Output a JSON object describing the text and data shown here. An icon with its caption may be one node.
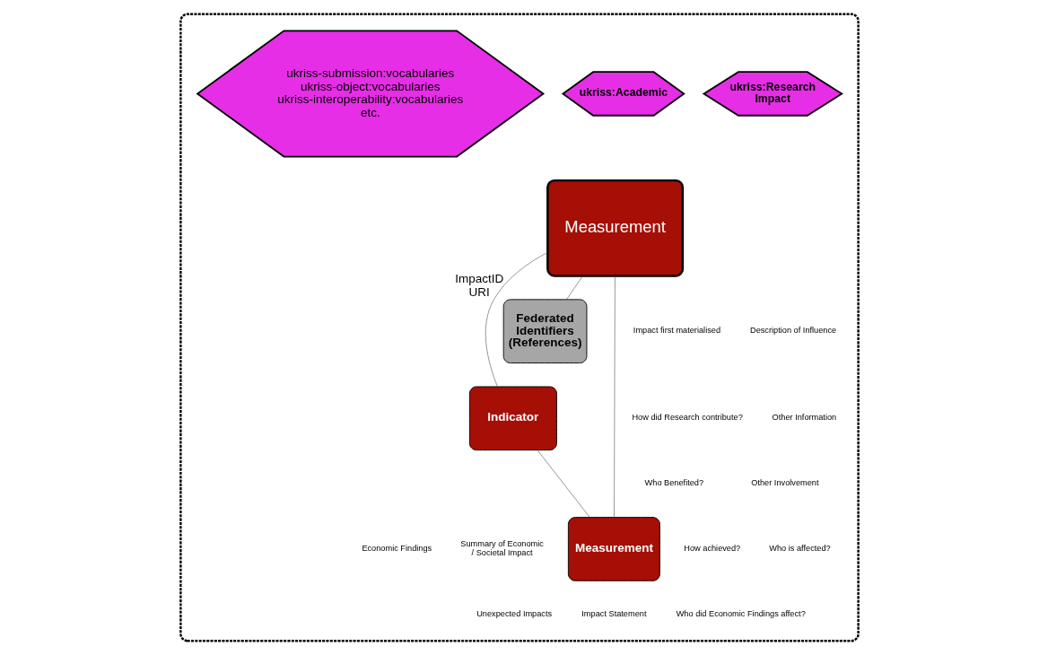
{
  "diagram": {
    "nodes": [
      {
        "text": [],
        "shape": "octagon"
      },
      {
        "text": [
          "ukriss-submission:vocabularies ukriss-object:vocabularies ukriss-interoperability:vocabularies etc."
        ],
        "in": 0
      },
      {
        "text": [
          "ukriss:Academic"
        ],
        "in": 0
      },
      {
        "text": [
          "ukriss:Research Impact"
        ],
        "in": 0
      },
      {
        "text": [
          "Measurement"
        ],
        "in": 0
      },
      {
        "text": [
          "Indicator"
        ],
        "in": 0
      },
      {
        "text": [
          "Federated Identifiers (References)"
        ],
        "in": 0,
        "beside": [
          "ImpactID",
          "URI"
        ]
      },
      {
        "text": [
          "Measurement"
        ],
        "in": 0
      }
    ],
    "edges": [
      {
        "from": 4,
        "to": 5,
        "arrow": "none"
      },
      {
        "from": 4,
        "to": 6,
        "arrow": "none"
      },
      {
        "from": 4,
        "to": 7,
        "arrow": "none"
      },
      {
        "from": 5,
        "to": 7,
        "arrow": "none"
      }
    ],
    "labels": [
      "Impact first materialised",
      "Description of Influence",
      "How did Research contribute?",
      "Other Information",
      "Who Benefited?",
      "Other Involvement",
      "Economic Findings",
      "Summary of Economic / Societal Impact",
      "How achieved?",
      "Who is affected?",
      "Unexpected Impacts",
      "Impact Statement",
      "Who did Economic Findings affect?"
    ]
  }
}
